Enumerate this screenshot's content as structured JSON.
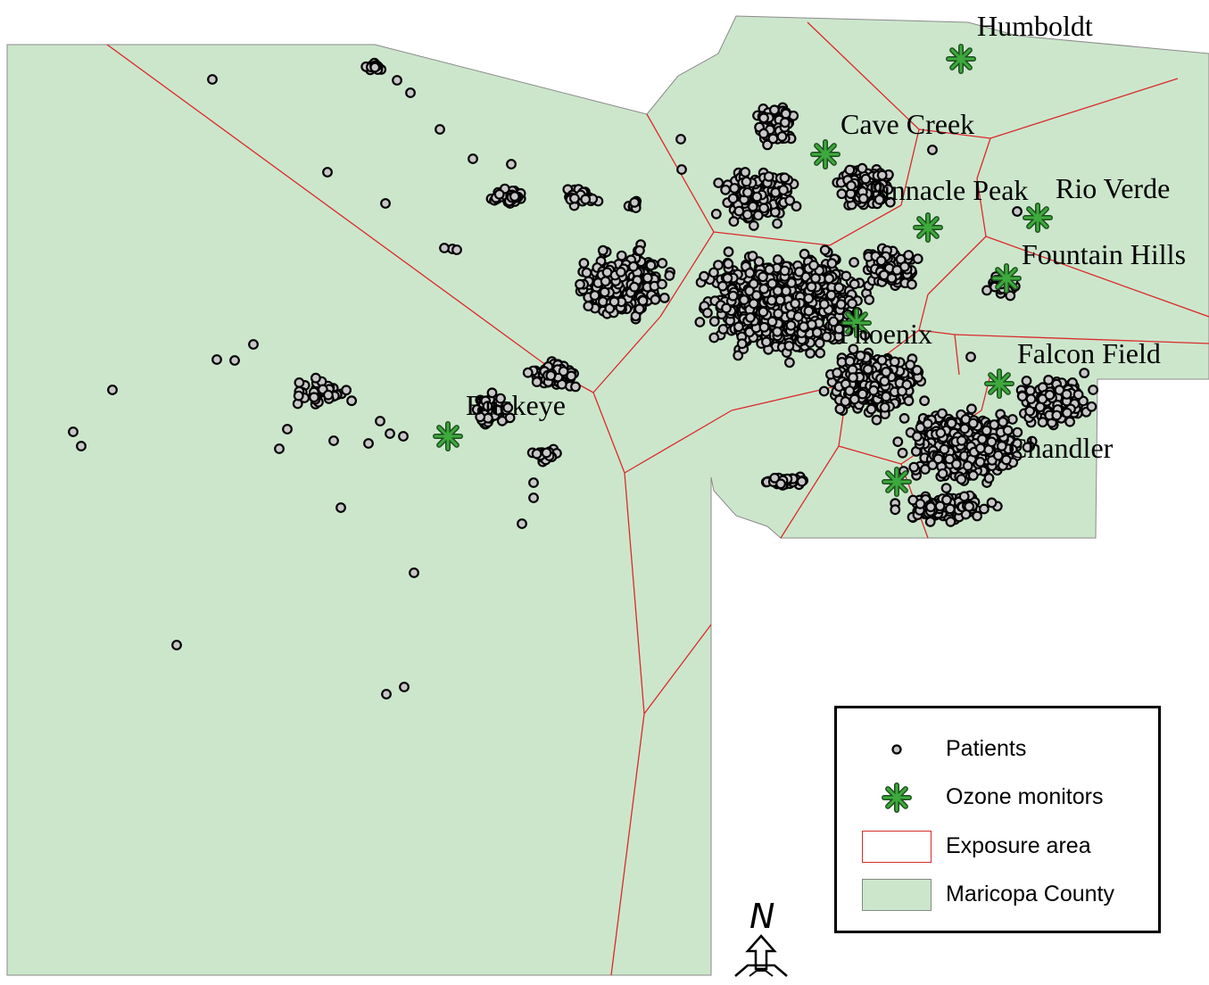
{
  "map": {
    "colors": {
      "county_fill": "#cce6cc",
      "exposure_border": "#d92b2b",
      "patient_fill": "#c8c8c8",
      "patient_stroke": "#000000",
      "monitor": "#3daa3d"
    },
    "stations": [
      {
        "name": "Humboldt"
      },
      {
        "name": "Cave Creek"
      },
      {
        "name": "Pinnacle Peak"
      },
      {
        "name": "Rio Verde"
      },
      {
        "name": "Fountain Hills"
      },
      {
        "name": "Phoenix"
      },
      {
        "name": "Falcon Field"
      },
      {
        "name": "Buckeye"
      },
      {
        "name": "Chandler"
      }
    ]
  },
  "legend": {
    "items": [
      {
        "label": "Patients",
        "icon": "patient-point"
      },
      {
        "label": "Ozone monitors",
        "icon": "asterisk-icon"
      },
      {
        "label": "Exposure area",
        "icon": "red-outline-box"
      },
      {
        "label": "Maricopa County",
        "icon": "green-fill-box"
      }
    ]
  },
  "north_arrow": {
    "label": "N"
  }
}
